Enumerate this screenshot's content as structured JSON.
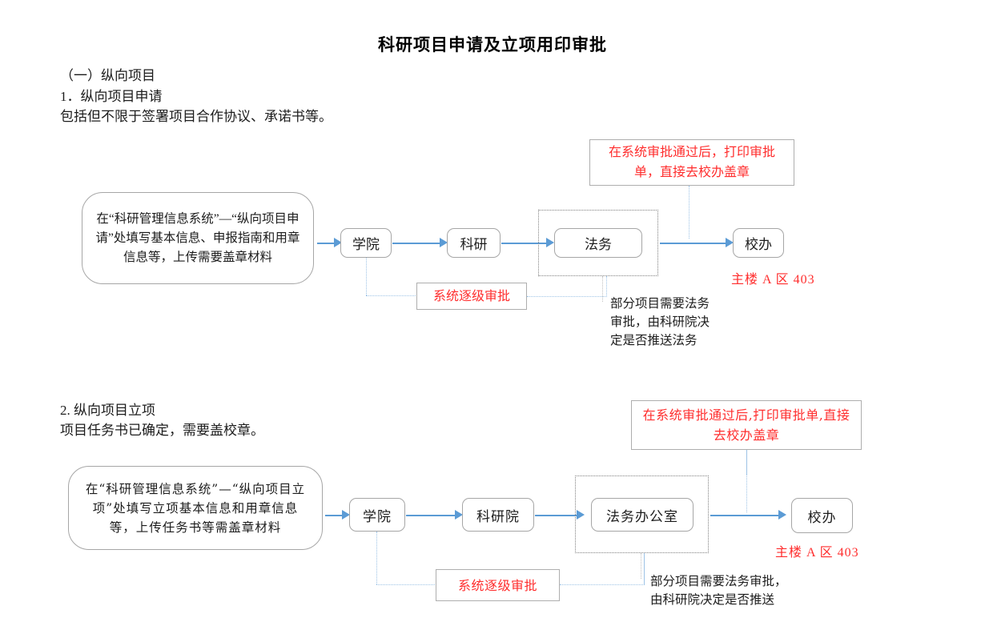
{
  "document": {
    "title": "科研项目申请及立项用印审批"
  },
  "section1": {
    "group_heading": "（一）纵向项目",
    "item_heading": "1．纵向项目申请",
    "description": "包括但不限于签署项目合作协议、承诺书等。",
    "input_box": "在“科研管理信息系统”—“纵向项目申请”处填写基本信息、申报指南和用章信息等，上传需要盖章材料",
    "nodes": [
      {
        "label": "学院"
      },
      {
        "label": "科研"
      },
      {
        "label": "法务"
      },
      {
        "label": "校办"
      }
    ],
    "callout_top": "在系统审批通过后，打印审批单，直接去校办盖章",
    "callout_flow": "系统逐级审批",
    "red_location": "主楼 A 区 403",
    "side_note": "部分项目需要法务\n审批，由科研院决\n定是否推送法务",
    "side_note_lines": [
      "部分项目需要法务",
      "审批，由科研院决",
      "定是否推送法务"
    ]
  },
  "section2": {
    "item_heading": "2. 纵向项目立项",
    "description": "项目任务书已确定，需要盖校章。",
    "input_box": "在“科研管理信息系统”—“纵向项目立项”处填写立项基本信息和用章信息等，上传任务书等需盖章材料",
    "nodes": [
      {
        "label": "学院"
      },
      {
        "label": "科研院"
      },
      {
        "label": "法务办公室"
      },
      {
        "label": "校办"
      }
    ],
    "callout_top": "在系统审批通过后,打印审批单,直接去校办盖章",
    "callout_flow": "系统逐级审批",
    "red_location": "主楼 A 区 403",
    "side_note_lines": [
      "部分项目需要法务审批，",
      "由科研院决定是否推送"
    ]
  },
  "colors": {
    "arrow_blue": "#5b9bd5",
    "dotted_blue": "#9dc3e6",
    "node_border": "#a6a6a6",
    "callout_red": "#ff2d2d",
    "group_dash": "#7f7f7f"
  }
}
